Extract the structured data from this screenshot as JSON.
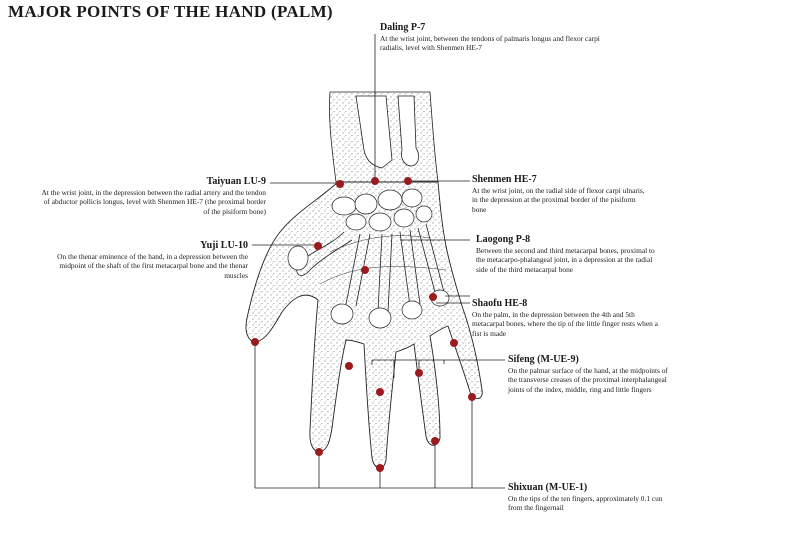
{
  "title": "MAJOR POINTS OF THE HAND (PALM)",
  "colors": {
    "point": "#9b1b1e",
    "line": "#222222",
    "bone_fill": "#ffffff",
    "stipple": "#6b6b6b"
  },
  "points": {
    "daling": {
      "name": "Daling P-7",
      "desc": "At the wrist joint, between the tendons of palmaris longus and flexor carpi radialis, level with Shenmen HE-7"
    },
    "taiyuan": {
      "name": "Taiyuan LU-9",
      "desc": "At the wrist joint, in the depression between the radial artery and the tendon of abductor pollicis longus, level with Shenmen HE-7 (the proximal border of the pisiform bone)"
    },
    "shenmen": {
      "name": "Shenmen HE-7",
      "desc": "At the wrist joint, on the radial side of flexor carpi ulnaris, in the depression at the proximal border of the pisiform bone"
    },
    "laogong": {
      "name": "Laogong P-8",
      "desc": "Between the second and third metacarpal bones, proximal to the metacarpo-phalangeal joint, in a depression at the radial side of the third metacarpal bone"
    },
    "yuji": {
      "name": "Yuji LU-10",
      "desc": "On the thenar eminence of the hand, in a depression between the midpoint of the shaft of the first metacarpal bone and the thenar muscles"
    },
    "shaofu": {
      "name": "Shaofu HE-8",
      "desc": "On the palm, in the depression between the 4th and 5th metacarpal bones, where the tip of the little finger rests when a fist is made"
    },
    "sifeng": {
      "name": "Sifeng (M-UE-9)",
      "desc": "On the palmar surface of the hand, at the midpoints of the transverse creases of the proximal interphalangeal joints of the index, middle, ring and little fingers"
    },
    "shixuan": {
      "name": "Shixuan (M-UE-1)",
      "desc": "On the tips of the ten fingers, approximately 0.1 cun from the fingernail"
    }
  }
}
